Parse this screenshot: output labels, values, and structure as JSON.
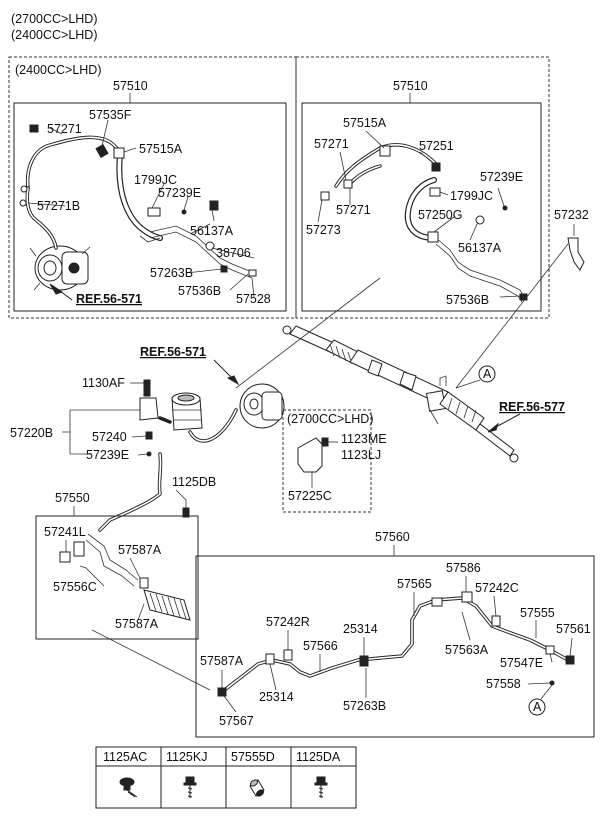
{
  "headers": {
    "top_line_1": "(2700CC>LHD)",
    "top_line_2": "(2400CC>LHD)",
    "left_box_label": "(2400CC>LHD)",
    "small_box_label": "(2700CC>LHD)"
  },
  "refs": {
    "ref_left_box": "REF.56-571",
    "ref_mid": "REF.56-571",
    "ref_right": "REF.56-577"
  },
  "callout_letter": "A",
  "parts": {
    "p57510_left": "57510",
    "p57510_right": "57510",
    "p57271_l1": "57271",
    "p57535F": "57535F",
    "p57515A_l": "57515A",
    "p1799JC_l": "1799JC",
    "p57239E_l": "57239E",
    "p57271B": "57271B",
    "p56137A_l": "56137A",
    "p38706": "38706",
    "p57263B_l": "57263B",
    "p57536B_l": "57536B",
    "p57528": "57528",
    "p57515A_r": "57515A",
    "p57271_r1": "57271",
    "p57251": "57251",
    "p57239E_r": "57239E",
    "p1799JC_r": "1799JC",
    "p57271_r2": "57271",
    "p57250G": "57250G",
    "p57273": "57273",
    "p56137A_r": "56137A",
    "p57232": "57232",
    "p57536B_r": "57536B",
    "p1130AF": "1130AF",
    "p57220B": "57220B",
    "p57240": "57240",
    "p57239E_m": "57239E",
    "p1123ME": "1123ME",
    "p1123LJ": "1123LJ",
    "p57225C": "57225C",
    "p1125DB": "1125DB",
    "p57550": "57550",
    "p57241L": "57241L",
    "p57587A_1": "57587A",
    "p57556C": "57556C",
    "p57587A_2": "57587A",
    "p57560": "57560",
    "p57586": "57586",
    "p57565": "57565",
    "p57242C": "57242C",
    "p57555": "57555",
    "p57242R": "57242R",
    "p25314_1": "25314",
    "p57566": "57566",
    "p57563A": "57563A",
    "p57561": "57561",
    "p57547E": "57547E",
    "p57587A_3": "57587A",
    "p57558": "57558",
    "p25314_2": "25314",
    "p57263B_b": "57263B",
    "p57567": "57567"
  },
  "fastener_table": {
    "headers": [
      "1125AC",
      "1125KJ",
      "57555D",
      "1125DA"
    ],
    "icons": [
      "bolt-flange-icon",
      "bolt-icon",
      "bushing-icon",
      "screw-icon"
    ]
  }
}
